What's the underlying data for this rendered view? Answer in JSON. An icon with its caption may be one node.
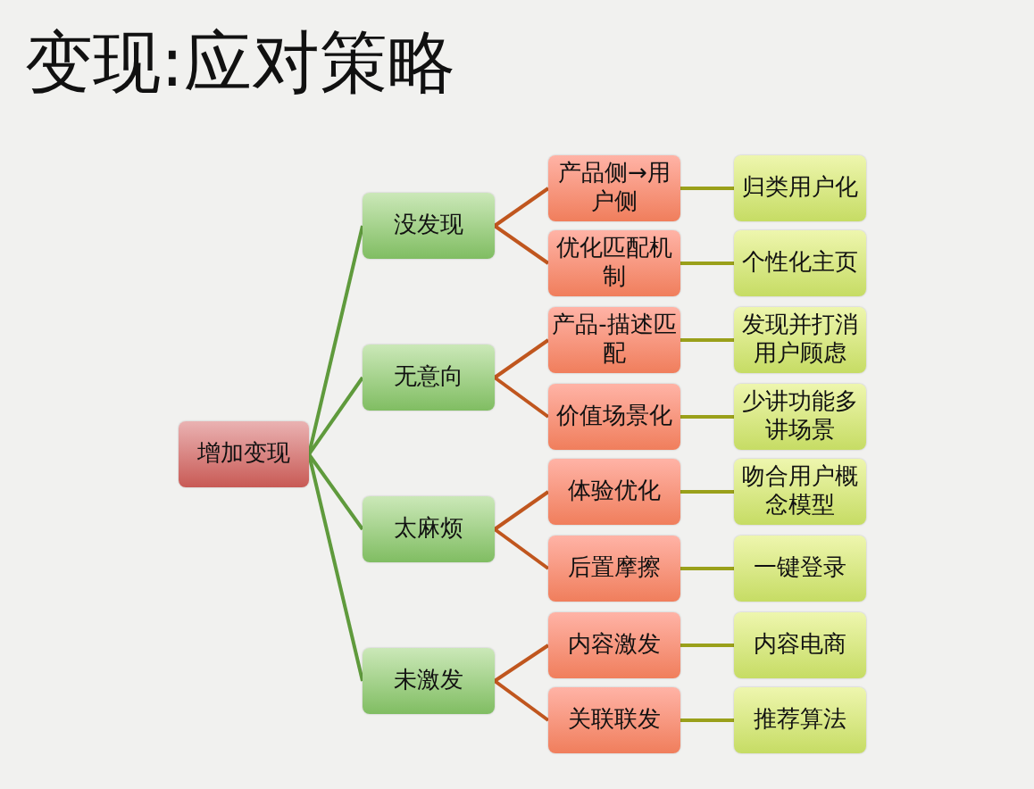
{
  "diagram": {
    "title": "变现:应对策略",
    "nodes": [
      {
        "text": [
          "增加变现"
        ]
      },
      {
        "text": [
          "没发现"
        ]
      },
      {
        "text": [
          "无意向"
        ]
      },
      {
        "text": [
          "太麻烦"
        ]
      },
      {
        "text": [
          "未激发"
        ]
      },
      {
        "text": [
          "产品侧→用户侧"
        ]
      },
      {
        "text": [
          "优化匹配机制"
        ]
      },
      {
        "text": [
          "产品-描述匹配"
        ]
      },
      {
        "text": [
          "价值场景化"
        ]
      },
      {
        "text": [
          "体验优化"
        ]
      },
      {
        "text": [
          "后置摩擦"
        ]
      },
      {
        "text": [
          "内容激发"
        ]
      },
      {
        "text": [
          "关联联发"
        ]
      },
      {
        "text": [
          "归类用户化"
        ]
      },
      {
        "text": [
          "个性化主页"
        ]
      },
      {
        "text": [
          "发现并打消用户顾虑"
        ]
      },
      {
        "text": [
          "少讲功能多讲场景"
        ]
      },
      {
        "text": [
          "吻合用户概念模型"
        ]
      },
      {
        "text": [
          "一键登录"
        ]
      },
      {
        "text": [
          "内容电商"
        ]
      },
      {
        "text": [
          "推荐算法"
        ]
      }
    ],
    "edges": [
      {
        "from": 0,
        "to": 1,
        "arrow": "none",
        "color": "#5f9a3c"
      },
      {
        "from": 0,
        "to": 2,
        "arrow": "none",
        "color": "#5f9a3c"
      },
      {
        "from": 0,
        "to": 3,
        "arrow": "none",
        "color": "#5f9a3c"
      },
      {
        "from": 0,
        "to": 4,
        "arrow": "none",
        "color": "#5f9a3c"
      },
      {
        "from": 1,
        "to": 5,
        "arrow": "none",
        "color": "#c0561e"
      },
      {
        "from": 1,
        "to": 6,
        "arrow": "none",
        "color": "#c0561e"
      },
      {
        "from": 2,
        "to": 7,
        "arrow": "none",
        "color": "#c0561e"
      },
      {
        "from": 2,
        "to": 8,
        "arrow": "none",
        "color": "#c0561e"
      },
      {
        "from": 3,
        "to": 9,
        "arrow": "none",
        "color": "#c0561e"
      },
      {
        "from": 3,
        "to": 10,
        "arrow": "none",
        "color": "#c0561e"
      },
      {
        "from": 4,
        "to": 11,
        "arrow": "none",
        "color": "#c0561e"
      },
      {
        "from": 4,
        "to": 12,
        "arrow": "none",
        "color": "#c0561e"
      },
      {
        "from": 5,
        "to": 13,
        "arrow": "none",
        "color": "#9aa01a"
      },
      {
        "from": 6,
        "to": 14,
        "arrow": "none",
        "color": "#9aa01a"
      },
      {
        "from": 7,
        "to": 15,
        "arrow": "none",
        "color": "#9aa01a"
      },
      {
        "from": 8,
        "to": 16,
        "arrow": "none",
        "color": "#9aa01a"
      },
      {
        "from": 9,
        "to": 17,
        "arrow": "none",
        "color": "#9aa01a"
      },
      {
        "from": 10,
        "to": 18,
        "arrow": "none",
        "color": "#9aa01a"
      },
      {
        "from": 11,
        "to": 19,
        "arrow": "none",
        "color": "#9aa01a"
      },
      {
        "from": 12,
        "to": 20,
        "arrow": "none",
        "color": "#9aa01a"
      }
    ]
  }
}
